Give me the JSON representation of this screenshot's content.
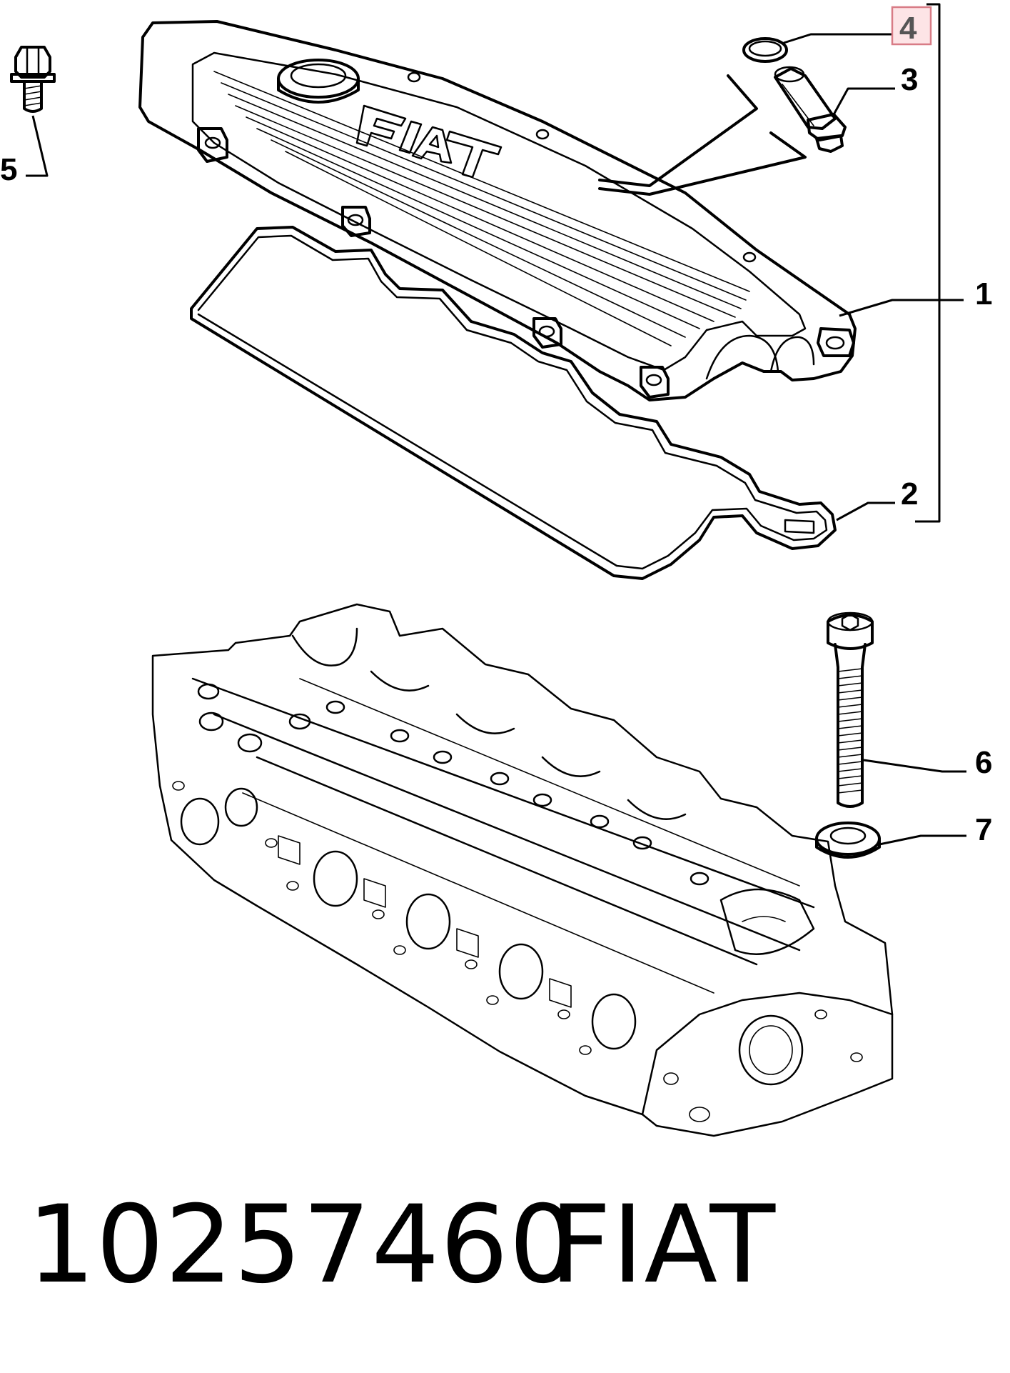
{
  "callouts": {
    "c1": "1",
    "c2": "2",
    "c3": "3",
    "c4": "4",
    "c5": "5",
    "c6": "6",
    "c7": "7"
  },
  "highlighted_callout": "4",
  "colors": {
    "highlight_fill": "#fde4e6",
    "highlight_border": "#d87c86",
    "line": "#000000"
  },
  "footer": {
    "part_number": "10257460",
    "brand": "FIAT"
  }
}
